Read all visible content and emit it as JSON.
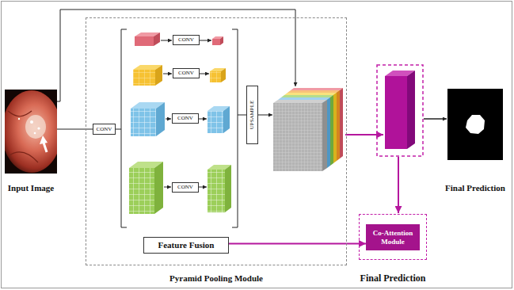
{
  "diagram": {
    "nodes": [
      {
        "text": [
          "Input Image"
        ]
      },
      {
        "text": [
          "Pyramid Pooling Module"
        ]
      },
      {
        "text": [
          "CONV"
        ],
        "in": 1
      },
      {
        "text": [
          "CONV"
        ],
        "in": 1
      },
      {
        "text": [
          "CONV"
        ],
        "in": 1
      },
      {
        "text": [
          "CONV"
        ],
        "in": 1
      },
      {
        "text": [
          "CONV"
        ],
        "in": 1
      },
      {
        "text": [
          "UPSAMPLE"
        ],
        "in": 1
      },
      {
        "text": [
          "Feature Fusion"
        ],
        "in": 1
      },
      {
        "text": [
          "Final Prediction"
        ]
      },
      {
        "text": [
          "Co-Attention Module"
        ],
        "in": 9
      },
      {
        "text": [
          "Final Prediction"
        ]
      }
    ],
    "edges": [
      {
        "from": 0,
        "to": 2,
        "arrow": "none"
      },
      {
        "from": 8,
        "to": 10,
        "arrow": "to"
      }
    ]
  }
}
